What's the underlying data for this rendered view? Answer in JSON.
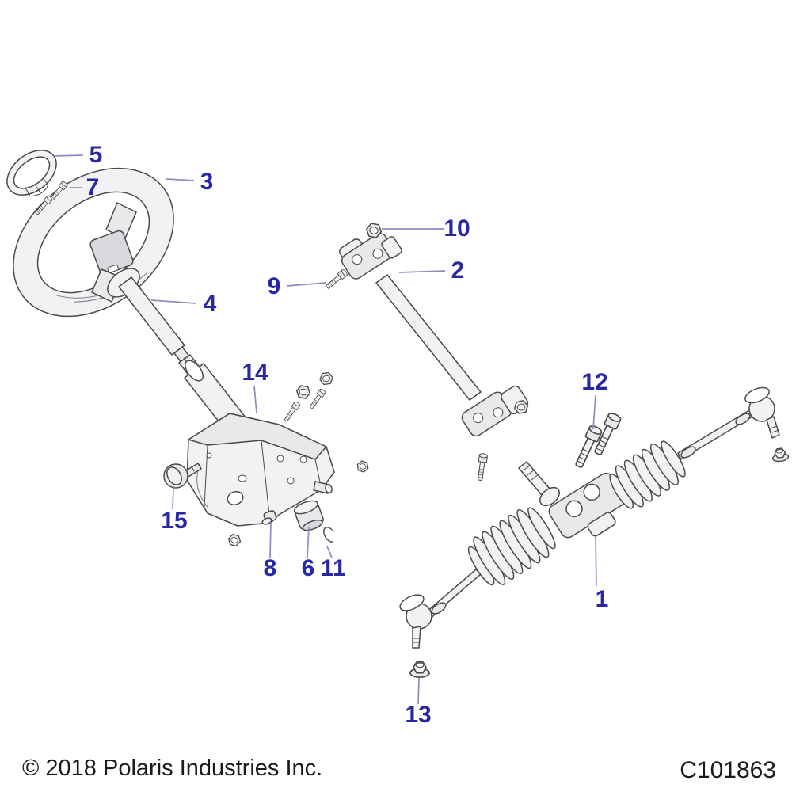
{
  "diagram": {
    "footer": {
      "copyright": "© 2018 Polaris Industries Inc.",
      "part_code": "C101863"
    },
    "callouts": {
      "c1": "1",
      "c2": "2",
      "c3": "3",
      "c4": "4",
      "c5": "5",
      "c6": "6",
      "c7": "7",
      "c8": "8",
      "c9": "9",
      "c10": "10",
      "c11": "11",
      "c12": "12",
      "c13": "13",
      "c14": "14",
      "c15": "15"
    },
    "colors": {
      "callout_text": "#2828a6",
      "leader_line": "#8c8cc0",
      "part_outline": "#4a4a4a",
      "background": "#ffffff"
    }
  }
}
